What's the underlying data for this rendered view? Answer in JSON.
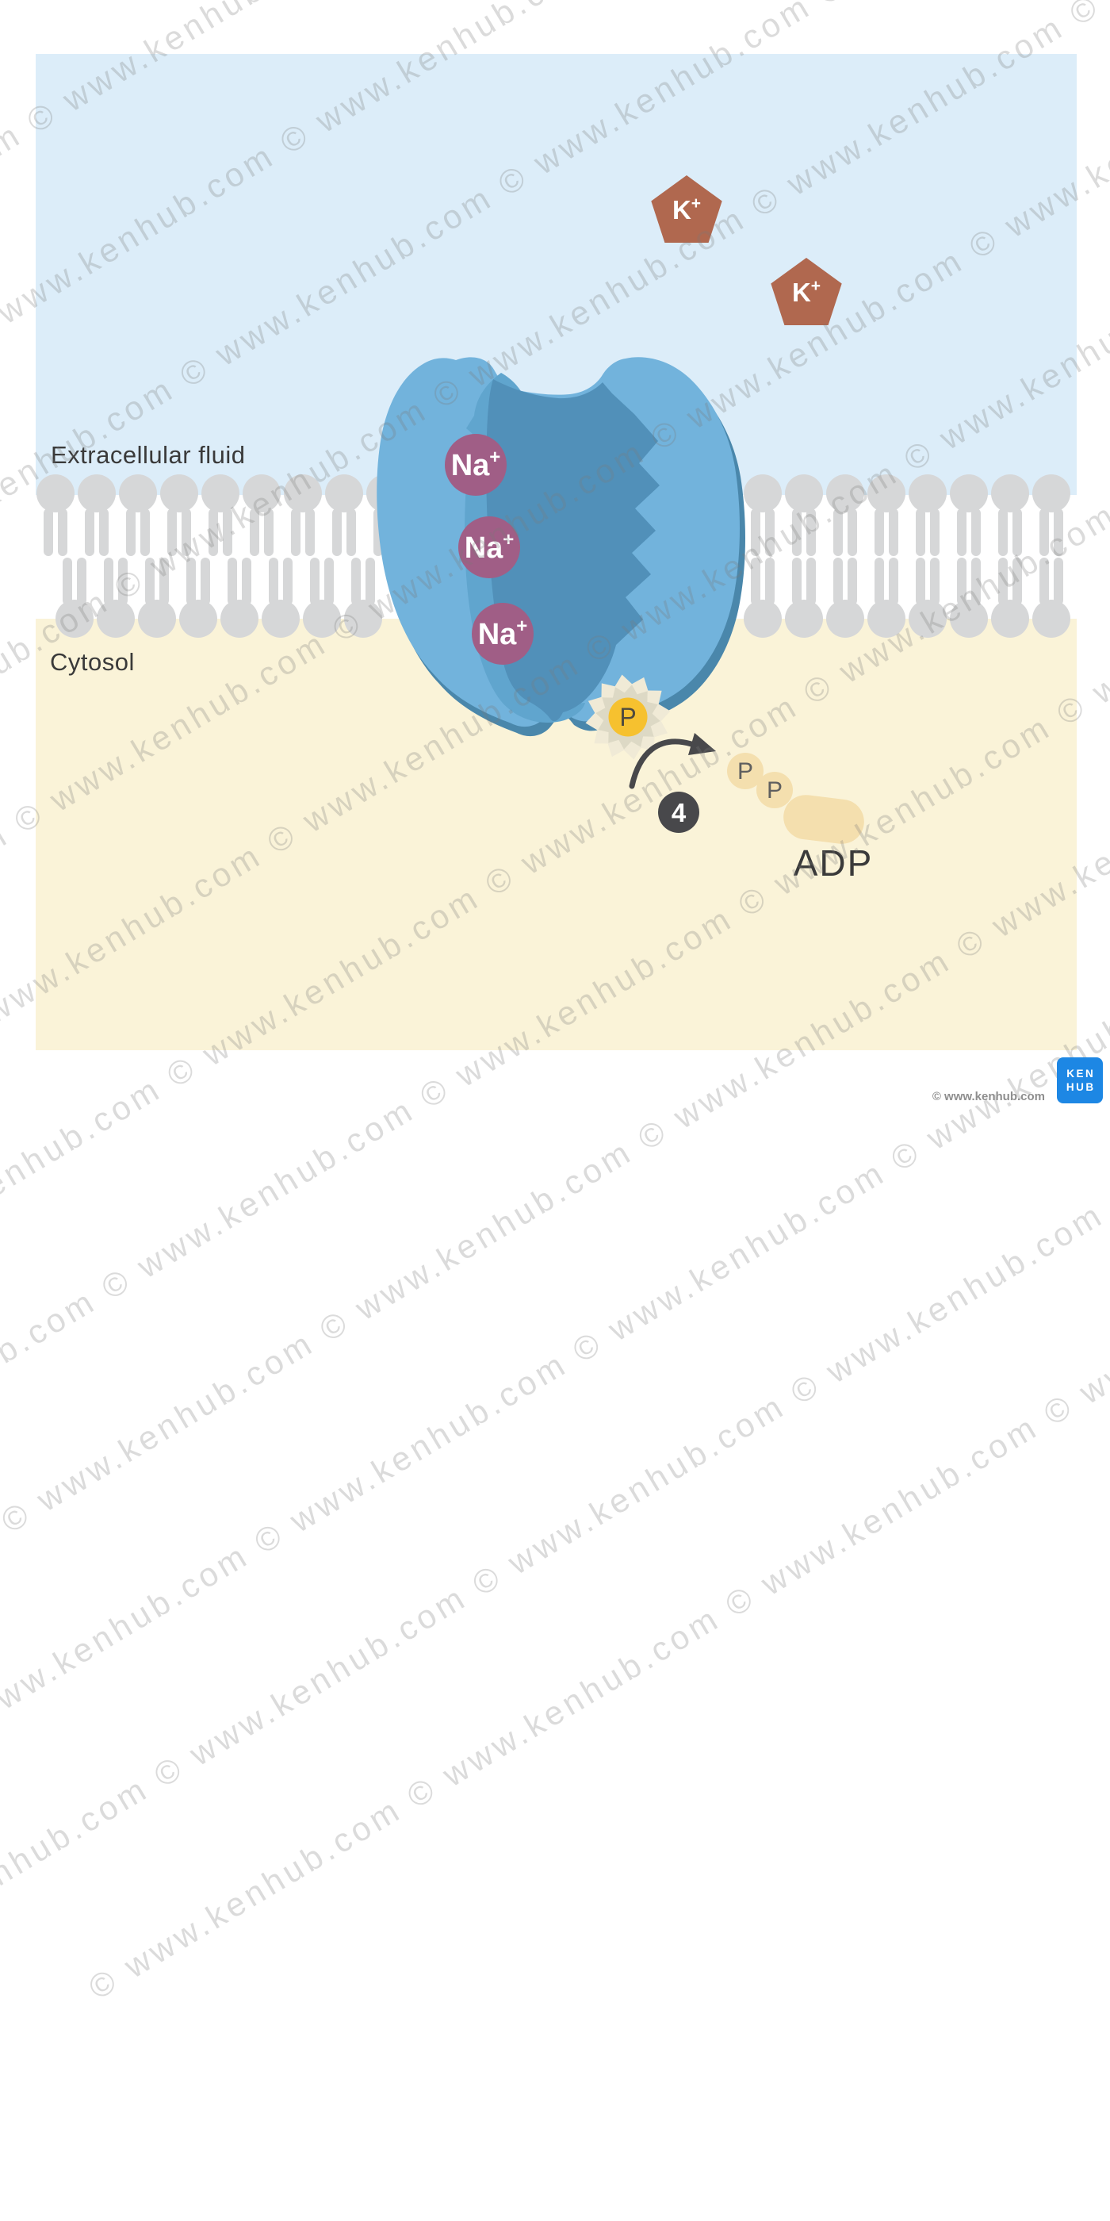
{
  "watermark": {
    "text": "© www.kenhub.com"
  },
  "diagram": {
    "extracellular_label": "Extracellular fluid",
    "cytosol_label": "Cytosol",
    "adp_label": "ADP",
    "step_number": "4",
    "na_symbol": "Na",
    "na_charge": "+",
    "na_ion_count": 3,
    "k_symbol": "K",
    "k_charge": "+",
    "k_ion_count": 2,
    "phosphate_symbol": "P",
    "adp_phosphate_1": "P",
    "adp_phosphate_2": "P"
  },
  "footer": {
    "logo_line1": "KEN",
    "logo_line2": "HUB",
    "copyright": "© www.kenhub.com"
  },
  "colors": {
    "extracellular_bg": "#dcedf9",
    "membrane_bg": "#ffffff",
    "cytosol_bg": "#faf3d8",
    "lipid": "#d6d7d8",
    "pump_body": "#72b3dc",
    "pump_rim": "#4a87ab",
    "pump_mid": "#60a5ce",
    "pump_cavity": "#5190b9",
    "na_ion": "#a05e86",
    "k_ion": "#b0684f",
    "ion_text": "#ffffff",
    "phosphate_yellow": "#f6c12f",
    "phosphate_text": "#4f4b3e",
    "starburst": "#ddd9c5",
    "starburst_halo": "#f0ead6",
    "adp_beige": "#f4dfae",
    "p_text": "#5f5f5f",
    "arrow_dark": "#48484b",
    "label_text": "#3a3a3a",
    "logo_blue": "#1d87e4",
    "copyright_gray": "#8e8e8e"
  }
}
